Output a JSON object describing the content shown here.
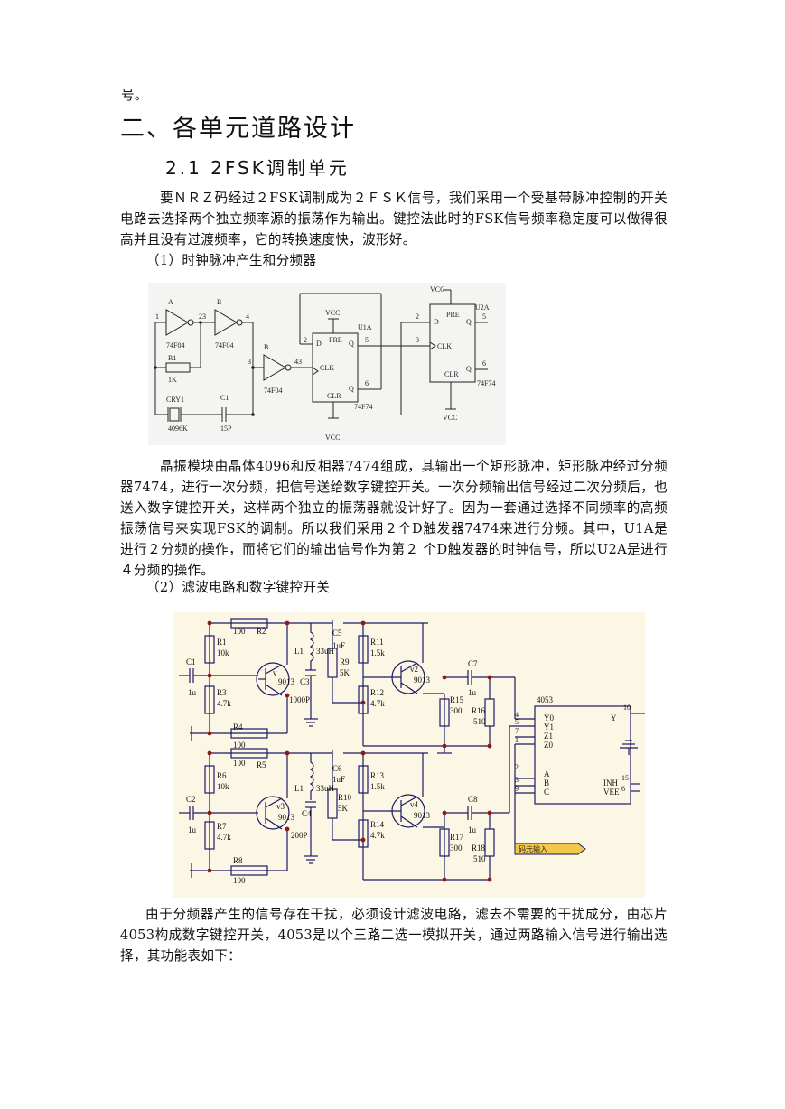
{
  "document": {
    "fragment_top": "号。",
    "heading_main": "二、各单元道路设计",
    "heading_sub": "2.1 2FSK调制单元",
    "intro_paragraph": "要ＮＲＺ码经过２FSK调制成为２ＦＳＫ信号，我们采用一个受基带脉冲控制的开关电路去选择两个独立频率源的振荡作为输出。键控法此时的FSK信号频率稳定度可以做得很高并且没有过渡频率，它的转换速度快，波形好。",
    "item1_title": "（1）时钟脉冲产生和分频器",
    "clock_paragraph": "晶振模块由晶体4096和反相器7474组成，其输出一个矩形脉冲，矩形脉冲经过分频器7474，进行一次分频，把信号送给数字键控开关。一次分频输出信号经过二次分频后，也送入数字键控开关，这样两个独立的振荡器就设计好了。因为一套通过选择不同频率的高频振荡信号来实现FSK的调制。所以我们采用２个D触发器7474来进行分频。其中，U1A是进行２分频的操作，而将它们的输出信号作为第２ 个D触发器的时钟信号，所以U2A是进行４分频的操作。",
    "item2_title": "（2）滤波电路和数字键控开关",
    "filter_paragraph": "由于分频器产生的信号存在干扰，必须设计滤波电路，滤去不需要的干扰成分，由芯片4053构成数字键控开关，4053是以个三路二选一模拟开关，通过两路输入信号进行输出选择，其功能表如下："
  },
  "figure1": {
    "inv_a": "A",
    "inv_b": "B",
    "inv_b2": "B",
    "part_74f04": "74F04",
    "pin1": "1",
    "pin2": "2",
    "pin3": "3",
    "pin4": "4",
    "pin43": "43",
    "pin23": "23",
    "r1": "R1",
    "r1_val": "1K",
    "cry1": "CRY1",
    "cry1_val": "4096K",
    "c1": "C1",
    "c1_val": "15P",
    "vcc": "VCC",
    "u1a": "U1A",
    "u2a": "U2A",
    "d": "D",
    "pre": "PRE",
    "q": "Q",
    "qbar": "Q",
    "clk": "CLK",
    "clr": "CLR",
    "part_74f74": "74F74",
    "pin5": "5",
    "pin6": "6"
  },
  "figure2": {
    "r2": "R2",
    "r2_val": "100",
    "r1": "R1",
    "r1_val": "10k",
    "r3": "R3",
    "r3_val": "4.7k",
    "r4": "R4",
    "r4_val": "100",
    "c1": "C1",
    "c1_val": "1u",
    "v1": "v",
    "v1_part": "9013",
    "l1": "L1",
    "l1_val": "33uH",
    "c3": "C3",
    "c3_val": "1000P",
    "c5": "C5",
    "c5_val": "1uF",
    "r9": "R9",
    "r9_val": "5K",
    "r11": "R11",
    "r11_val": "1.5k",
    "r12": "R12",
    "r12_val": "4.7k",
    "v2": "v2",
    "v2_part": "9013",
    "c7": "C7",
    "c7_val": "1u",
    "r15": "R15",
    "r15_val": "300",
    "r16": "R16",
    "r16_val": "510",
    "r5": "R5",
    "r5_val": "100",
    "r6": "R6",
    "r6_val": "10k",
    "r7": "R7",
    "r7_val": "4.7k",
    "r8": "R8",
    "r8_val": "100",
    "c2": "C2",
    "c2_val": "1u",
    "v3": "v3",
    "v3_part": "9013",
    "l2": "L1",
    "l2_val": "33uH",
    "c4": "C4",
    "c4_val": "200P",
    "c6": "C6",
    "c6_val": "1uF",
    "r10": "R10",
    "r10_val": "5K",
    "r13": "R13",
    "r13_val": "1.5k",
    "r14": "R14",
    "r14_val": "4.7k",
    "v4": "v4",
    "v4_part": "9013",
    "c8": "C8",
    "c8_val": "1u",
    "r17": "R17",
    "r17_val": "300",
    "r18": "R18",
    "r18_val": "510",
    "chip": "4053",
    "y0": "Y0",
    "y1": "Y1",
    "z1": "Z1",
    "z0": "Z0",
    "y": "Y",
    "a": "A",
    "b": "B",
    "c": "C",
    "inh": "INH",
    "vee": "VEE",
    "p4": "4",
    "p5": "5",
    "p7": "7",
    "p1": "1",
    "p2": "2",
    "p3": "3",
    "p9": "9",
    "p10": "10",
    "p15": "15",
    "p6": "6",
    "input_tag": "码元输入",
    "colors": {
      "background": "#fcf7e4",
      "wire": "#1a1a66",
      "node": "#8a1a1a",
      "tag": "#f3c84a"
    }
  }
}
